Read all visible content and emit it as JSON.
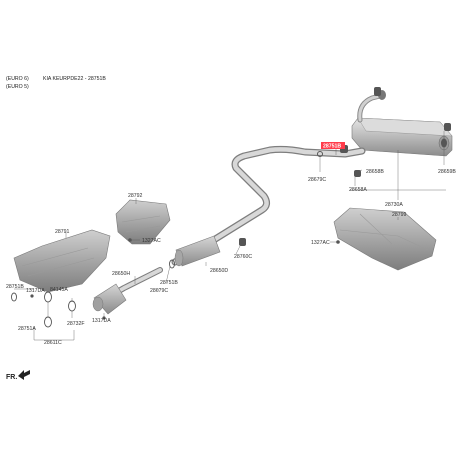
{
  "header": {
    "line1": "(EURO 6)",
    "line2": "(EURO 5)",
    "model": "KIA KEURPDE22 - 28751B"
  },
  "labels": {
    "p28751B_hl": "28751B",
    "p28679C_r": "28679C",
    "p28658B": "28658B",
    "p28658A": "28658A",
    "p28659B": "28659B",
    "p28730A": "28730A",
    "p28799": "28799",
    "p1327AC_r": "1327AC",
    "p28792": "28792",
    "p1327AC_m": "1327AC",
    "p28791": "28791",
    "p28650H": "28650H",
    "p28650D": "28650D",
    "p28760C": "28760C",
    "p28751B_m": "28751B",
    "p28679C_m": "28679C",
    "p28751B_l": "28751B",
    "p1317DA_l": "1317DA",
    "p84145A": "84145A",
    "p28751A": "28751A",
    "p28732F": "28732F",
    "p1317DA_m": "1317DA",
    "p28611C": "28611C"
  },
  "fr_label": "FR."
}
